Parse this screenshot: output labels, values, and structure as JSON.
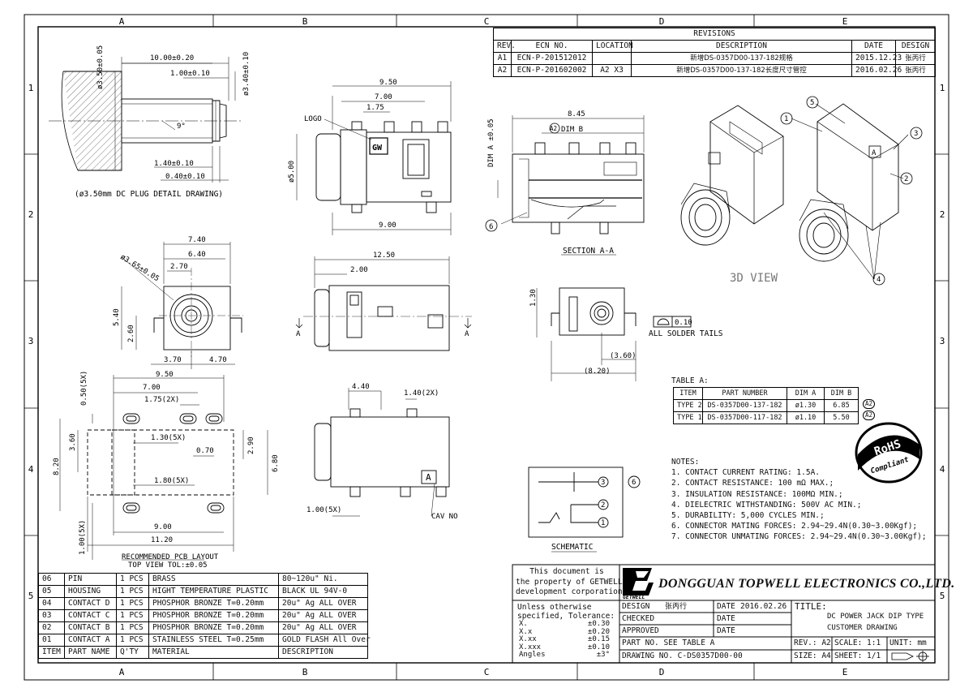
{
  "zones": {
    "columns": [
      "A",
      "B",
      "C",
      "D",
      "E"
    ],
    "rows": [
      "1",
      "2",
      "3",
      "4",
      "5"
    ]
  },
  "revisions": {
    "heading": "REVISIONS",
    "headers": [
      "REV.",
      "ECN NO.",
      "LOCATION",
      "DESCRIPTION",
      "DATE",
      "DESIGN"
    ],
    "rows": [
      [
        "A1",
        "ECN-P-201512012",
        "",
        "新增DS-0357D00-137-182规格",
        "2015.12.23",
        "张丙行"
      ],
      [
        "A2",
        "ECN-P-201602002",
        "A2 X3",
        "新增DS-0357D00-137-182长度尺寸管控",
        "2016.02.26",
        "张丙行"
      ]
    ]
  },
  "plug_detail": {
    "caption": "(ø3.50mm DC PLUG DETAIL DRAWING)",
    "dims": [
      "10.00±0.20",
      "1.00±0.10",
      "ø3.50±0.05",
      "ø3.40±0.10",
      "1.40±0.10",
      "0.40±0.10",
      "9°"
    ]
  },
  "top_view": {
    "logo_label": "LOGO",
    "logo_text": "GW",
    "dims": [
      "9.50",
      "7.00",
      "1.75",
      "ø5.00",
      "9.00"
    ]
  },
  "front_view": {
    "dims": [
      "7.40",
      "6.40",
      "2.70",
      "ø3.65±0.05",
      "5.40",
      "2.60",
      "3.70",
      "4.70"
    ]
  },
  "side_view": {
    "dims": [
      "12.50",
      "2.00"
    ],
    "section_marks": [
      "A",
      "A"
    ]
  },
  "section": {
    "title": "SECTION A-A",
    "dims": [
      "8.45",
      "DIM B",
      "DIM A ±0.05"
    ],
    "balloon": "6",
    "rev_mark": "A2"
  },
  "end_view": {
    "dims": [
      "1.30",
      "(3.60)",
      "(8.20)"
    ],
    "flatness_value": "0.10",
    "solder_note": "ALL SOLDER TAILS"
  },
  "view_3d": {
    "title": "3D VIEW",
    "balloons": [
      "1",
      "2",
      "3",
      "4",
      "5"
    ],
    "cavity_mark": "A"
  },
  "table_a": {
    "title": "TABLE A:",
    "headers": [
      "ITEM",
      "PART NUMBER",
      "DIM A",
      "DIM B"
    ],
    "rows": [
      [
        "TYPE 2",
        "DS-0357D00-137-182",
        "ø1.30",
        "6.85",
        "A2"
      ],
      [
        "TYPE 1",
        "DS-0357D00-117-182",
        "ø1.10",
        "5.50",
        "A2"
      ]
    ]
  },
  "rohs": {
    "line1": "RoHS",
    "line2": "Compliant"
  },
  "pcb_layout": {
    "caption": "RECOMMENDED PCB LAYOUT",
    "subcaption": "TOP VIEW TOL:±0.05",
    "dims": [
      "9.50",
      "7.00",
      "1.75(2X)",
      "0.50(5X)",
      "3.60",
      "8.20",
      "1.30(5X)",
      "0.70",
      "2.90",
      "6.80",
      "1.80(5X)",
      "9.00",
      "11.20",
      "1.00(5X)"
    ]
  },
  "bottom_view": {
    "dims": [
      "4.40",
      "1.40(2X)",
      "1.00(5X)"
    ],
    "cav_label": "CAV NO",
    "cav_mark": "A"
  },
  "schematic": {
    "title": "SCHEMATIC",
    "pins": [
      "3",
      "2",
      "1"
    ],
    "balloon": "6"
  },
  "notes": {
    "title": "NOTES:",
    "items": [
      "1. CONTACT CURRENT RATING: 1.5A.",
      "2. CONTACT RESISTANCE: 100 mΩ MAX.;",
      "3. INSULATION RESISTANCE: 100MΩ MIN.;",
      "4. DIELECTRIC WITHSTANDING: 500V AC MIN.;",
      "5. DURABILITY: 5,000 CYCLES MIN.;",
      "6. CONNECTOR MATING FORCES: 2.94~29.4N(0.30~3.00Kgf);",
      "7. CONNECTOR UNMATING FORCES: 2.94~29.4N(0.30~3.00Kgf);"
    ]
  },
  "bom": {
    "headers": [
      "ITEM",
      "PART NAME",
      "Q'TY",
      "MATERIAL",
      "DESCRIPTION"
    ],
    "rows": [
      [
        "06",
        "PIN",
        "1 PCS",
        "BRASS",
        "80~120u\" Ni."
      ],
      [
        "05",
        "HOUSING",
        "1 PCS",
        "HIGHT TEMPERATURE PLASTIC",
        "BLACK UL 94V-0"
      ],
      [
        "04",
        "CONTACT D",
        "1 PCS",
        "PHOSPHOR BRONZE T=0.20mm",
        "20u\" Ag ALL OVER"
      ],
      [
        "03",
        "CONTACT C",
        "1 PCS",
        "PHOSPHOR BRONZE T=0.20mm",
        "20u\" Ag ALL OVER"
      ],
      [
        "02",
        "CONTACT B",
        "1 PCS",
        "PHOSPHOR BRONZE T=0.20mm",
        "20u\" Ag ALL OVER"
      ],
      [
        "01",
        "CONTACT A",
        "1 PCS",
        "STAINLESS STEEL T=0.25mm",
        "GOLD FLASH All Over"
      ]
    ]
  },
  "title_block": {
    "property_note": [
      "This document is",
      "the property of GETWELL",
      "development corporation."
    ],
    "logo_sub": "GETWELL",
    "company": "DONGGUAN TOPWELL ELECTRONICS CO.,LTD.",
    "tolerance_title": [
      "Unless otherwise",
      "specified, Tolerance:"
    ],
    "tolerances": [
      [
        "X.",
        "±0.30"
      ],
      [
        "X.x",
        "±0.20"
      ],
      [
        "X.xx",
        "±0.15"
      ],
      [
        "X.xxx",
        "±0.10"
      ],
      [
        "Angles",
        "±3°"
      ]
    ],
    "design_label": "DESIGN",
    "design_name": "张丙行",
    "date_label": "DATE",
    "design_date": "2016.02.26",
    "checked_label": "CHECKED",
    "approved_label": "APPROVED",
    "title_label": "TITLE:",
    "title_line1": "DC POWER JACK DIP TYPE",
    "title_line2": "CUSTOMER DRAWING",
    "part_no": "PART NO. SEE TABLE A",
    "rev": "REV.: A2",
    "scale": "SCALE: 1:1",
    "unit": "UNIT: mm",
    "drawing_no": "DRAWING NO. C-DS0357D00-00",
    "size": "SIZE: A4",
    "sheet": "SHEET: 1/1"
  }
}
